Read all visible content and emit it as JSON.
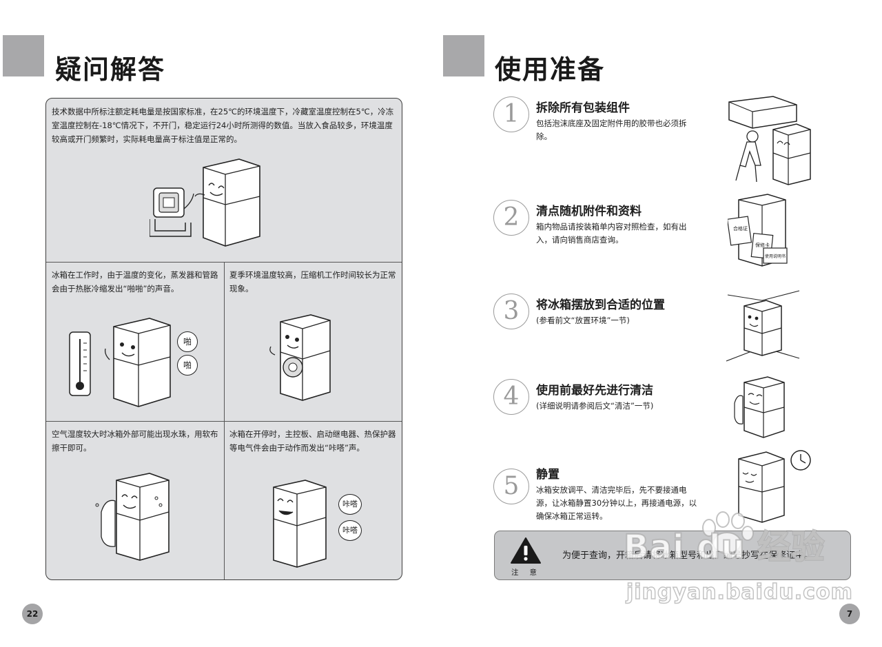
{
  "left_page": {
    "title": "疑问解答",
    "page_number": "22",
    "top_cell": {
      "text": "技术数据中所标注额定耗电量是按国家标准，在25℃的环境温度下，冷藏室温度控制在5℃，冷冻室温度控制在-18℃情况下，不开门，稳定运行24小时所测得的数值。当放入食品较多，环境温度较高或开门频繁时，实际耗电量高于标注值是正常的。"
    },
    "mid_left_cell": {
      "text": "冰箱在工作时，由于温度的变化，蒸发器和管路会由于热胀冷缩发出“啪啪”的声音。",
      "bubble1": "啪",
      "bubble2": "啪"
    },
    "mid_right_cell": {
      "text": "夏季环境温度较高，压缩机工作时间较长为正常现象。"
    },
    "bottom_left_cell": {
      "text": "空气湿度较大时冰箱外部可能出现水珠，用软布擦干即可。"
    },
    "bottom_right_cell": {
      "text": "冰箱在开停时，主控板、启动继电器、热保护器等电气件会由于动作而发出“咔嗒”声。",
      "bubble1": "咔嗒",
      "bubble2": "咔嗒"
    }
  },
  "right_page": {
    "title": "使用准备",
    "page_number": "7",
    "steps": [
      {
        "number": "1",
        "title": "拆除所有包装组件",
        "description": "包括泡沫底座及固定附件用的胶带也必须拆除。"
      },
      {
        "number": "2",
        "title": "清点随机附件和资料",
        "description": "箱内物品请按装箱单内容对照检查，如有出入，请向销售商店查询。"
      },
      {
        "number": "3",
        "title": "将冰箱摆放到合适的位置",
        "description": "(参看前文“放置环境”一节)"
      },
      {
        "number": "4",
        "title": "使用前最好先进行清洁",
        "description": "(详细说明请参阅后文“清洁”一节)"
      },
      {
        "number": "5",
        "title": "静置",
        "description": "冰箱安放调平、清洁完毕后，先不要接通电源，让冰箱静置30分钟以上，再接通电源，以确保冰箱正常运转。"
      }
    ],
    "step2_docs": [
      "合格证",
      "保修卡",
      "使用说明书"
    ],
    "notice": {
      "label": "注意",
      "text": "为便于查询，开箱后请将冰箱型号和出厂编号抄写在保修证中。"
    }
  },
  "watermark": {
    "brand": "Bai du 经验",
    "url": "jingyan.baidu.com"
  },
  "colors": {
    "panel_bg": "#dfe0e2",
    "title_block": "#a8a8aa",
    "notice_bg": "#c6c7c9",
    "page_number_bg": "#a4a4a6"
  }
}
